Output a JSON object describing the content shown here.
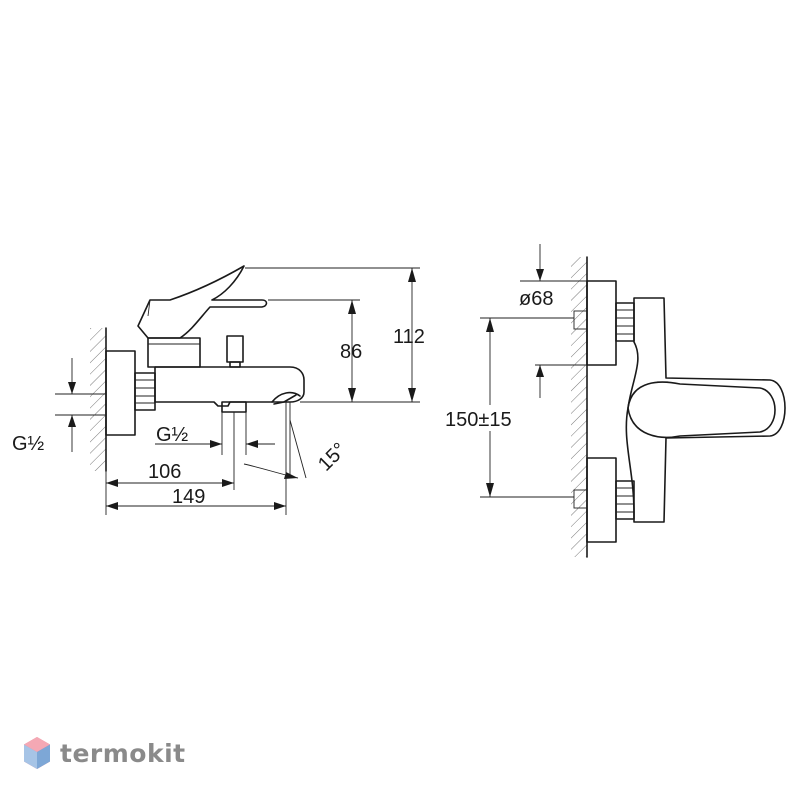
{
  "dimensions": {
    "side_thread": "G½",
    "spout_thread": "G½",
    "angle": "15°",
    "projection_106": "106",
    "projection_149": "149",
    "height_86": "86",
    "height_112": "112",
    "diameter": "ø68",
    "center_distance": "150±15"
  },
  "brand": {
    "name": "termokit"
  }
}
